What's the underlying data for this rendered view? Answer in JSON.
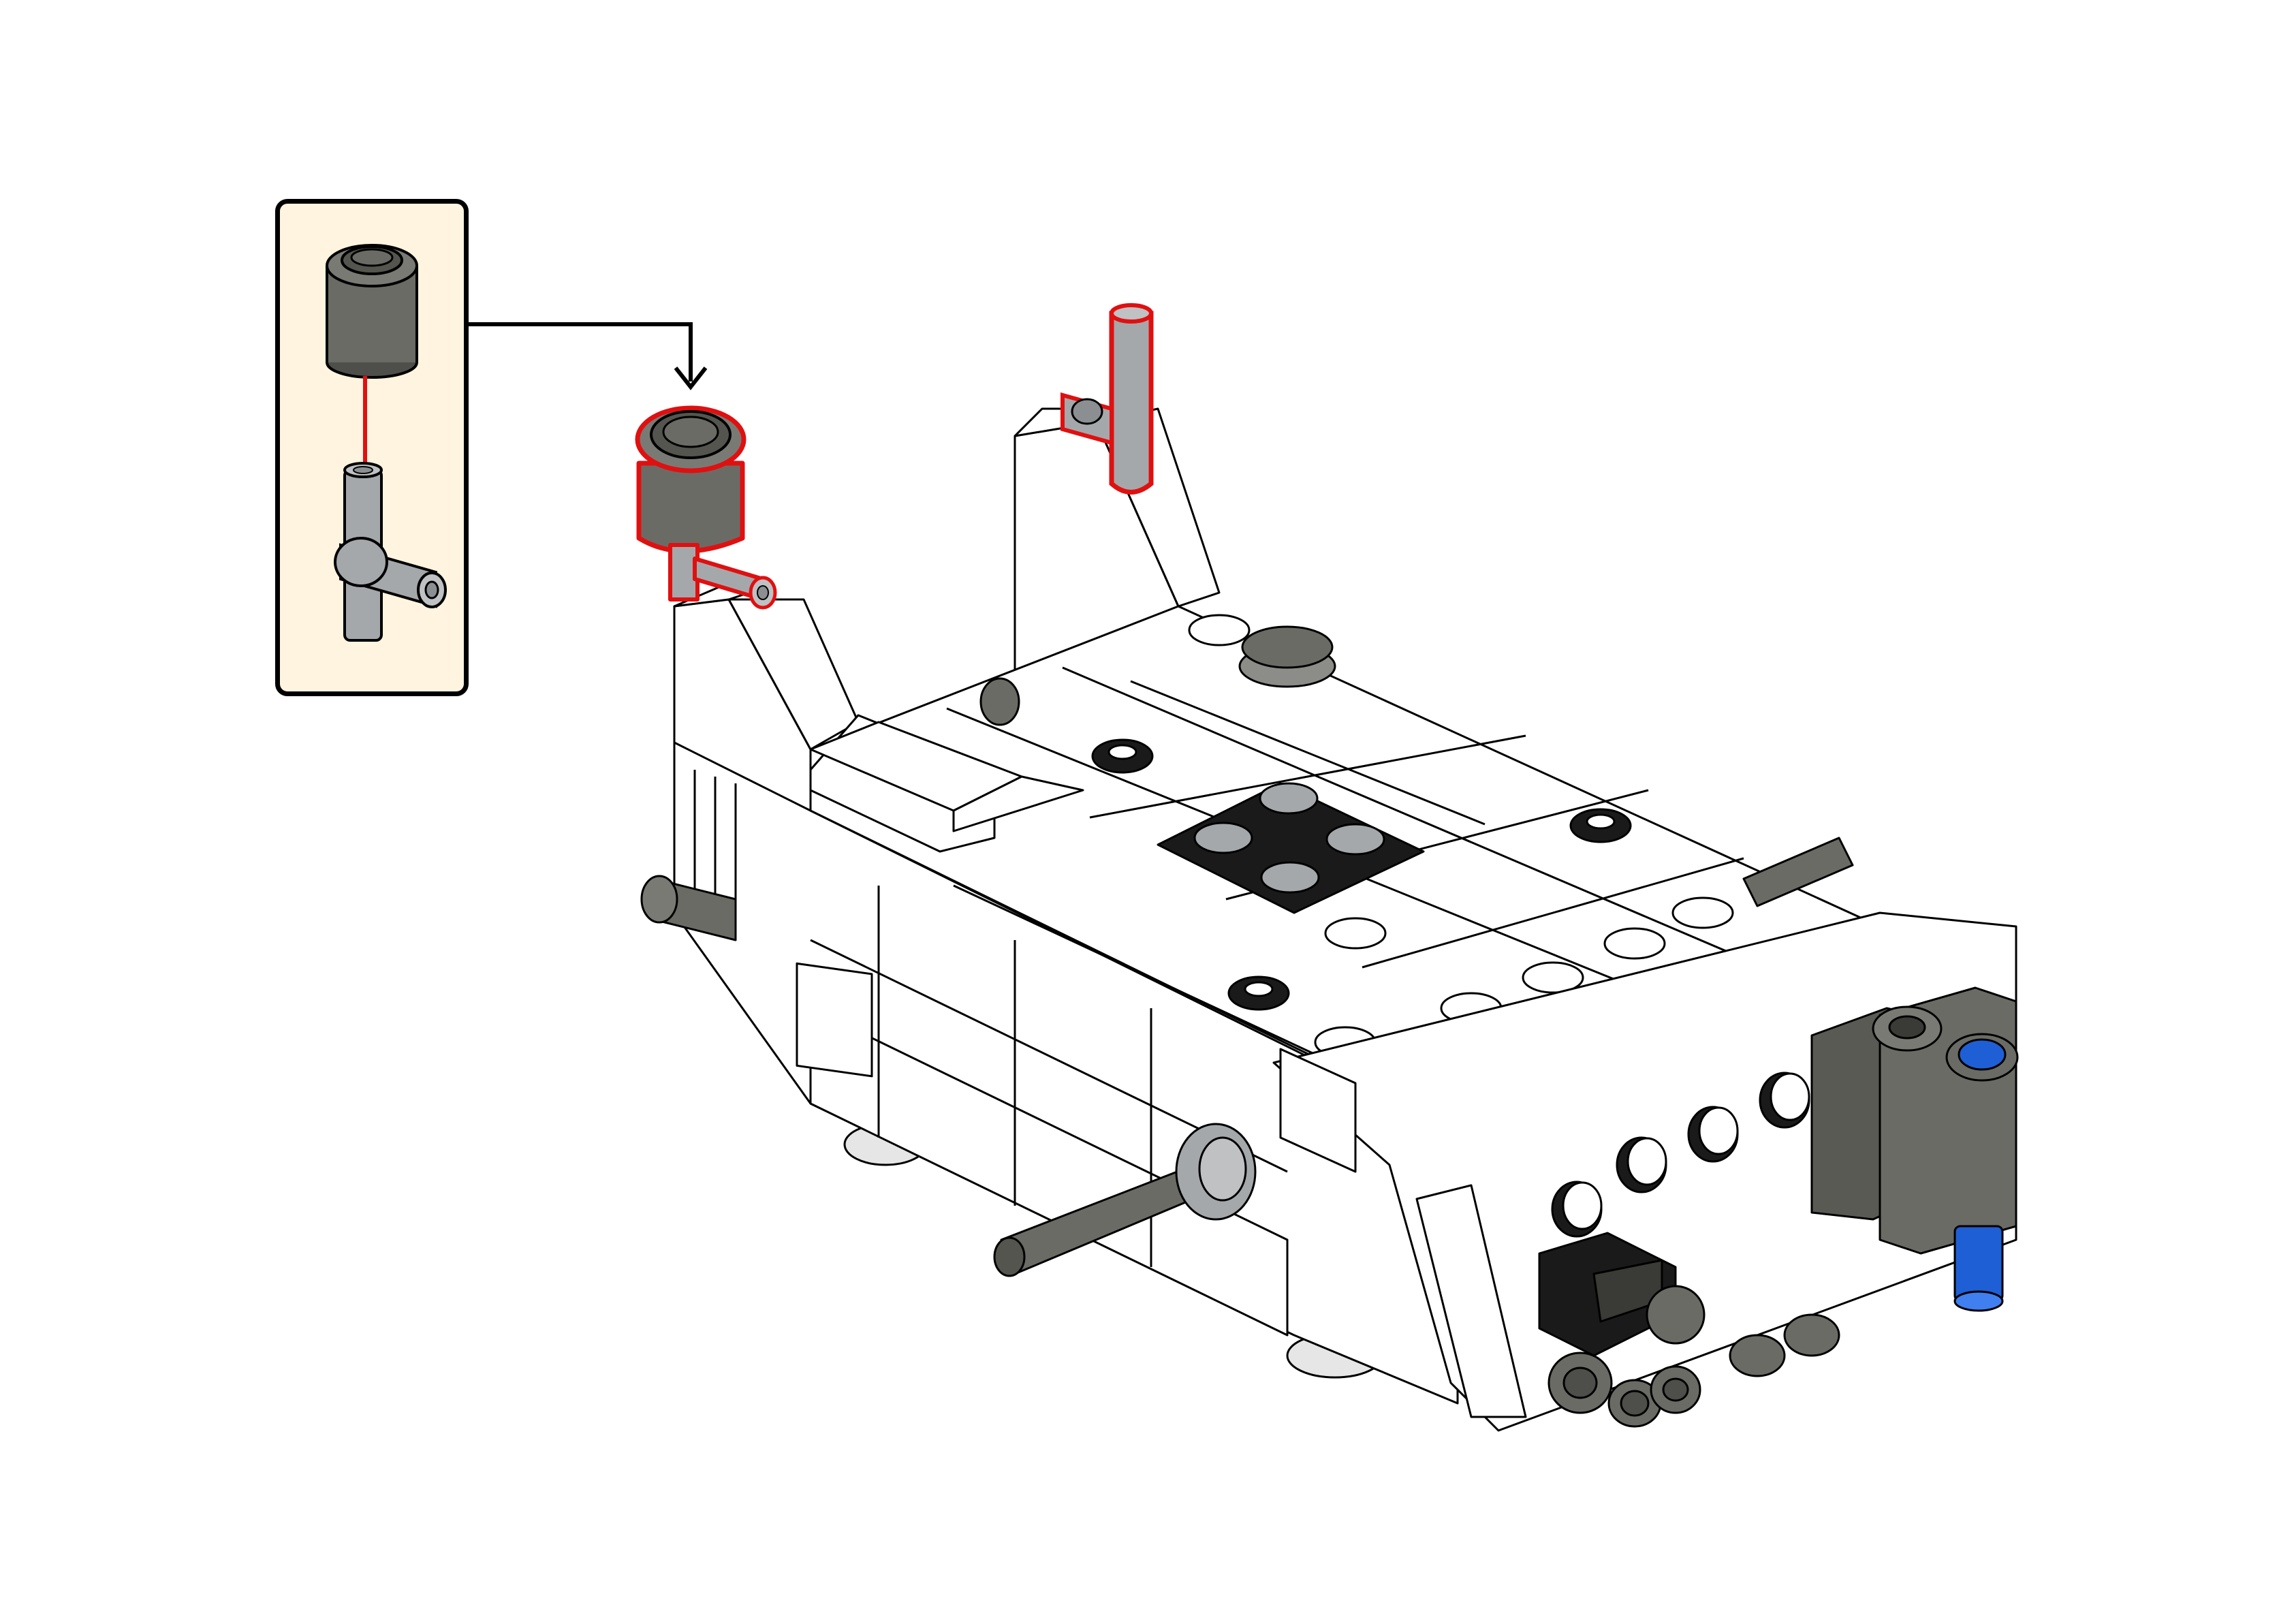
{
  "diagram": {
    "kind": "building-instruction-step",
    "callout": {
      "background": "#fff4df",
      "border": "#000000",
      "parts": [
        {
          "name": "round-brick-1x1",
          "color": "#6b6b66"
        },
        {
          "name": "bar-holder-with-clip",
          "color": "#a5a8ab"
        }
      ],
      "attach_arrow_color": "#e01010"
    },
    "model": {
      "body_color": "#ffffff",
      "outline_color": "#000000",
      "highlight_color": "#e01010",
      "dark_gray": "#6b6b66",
      "light_gray": "#a5a8ab",
      "black": "#1a1a1a",
      "blue": "#1f5fd6"
    }
  }
}
